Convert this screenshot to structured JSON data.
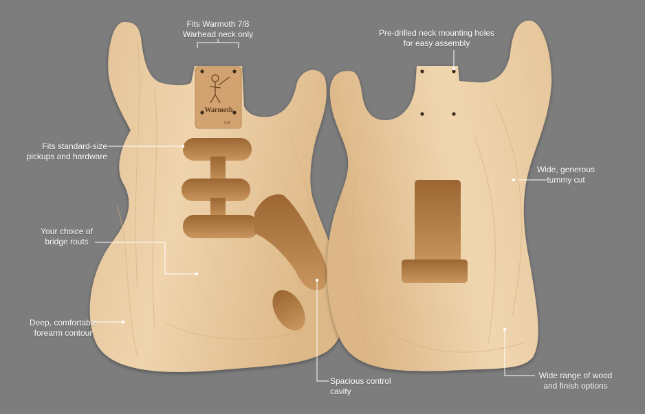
{
  "front_body": {
    "logo": {
      "brand_text": "Warmoth",
      "monogram": "5/8"
    }
  },
  "callouts": {
    "neck_fit": "Fits Warmoth 7/8\nWarhead neck only",
    "neck_holes": "Pre-drilled neck mounting holes\nfor easy assembly",
    "pickups": "Fits standard-size\npickups and hardware",
    "tummy_cut": "Wide, generous\ntummy cut",
    "bridge": "Your choice of\nbridge routs",
    "forearm": "Deep, comfortable\nforearm contour",
    "control_cavity": "Spacious control\ncavity",
    "wood_finish": "Wide range of wood\nand finish options"
  },
  "colors": {
    "background": "#7d7d7d",
    "wood_light": "#eccfa8",
    "wood_dark": "#d2a977",
    "cavity": "#b37c46",
    "callout": "#ffffff"
  }
}
